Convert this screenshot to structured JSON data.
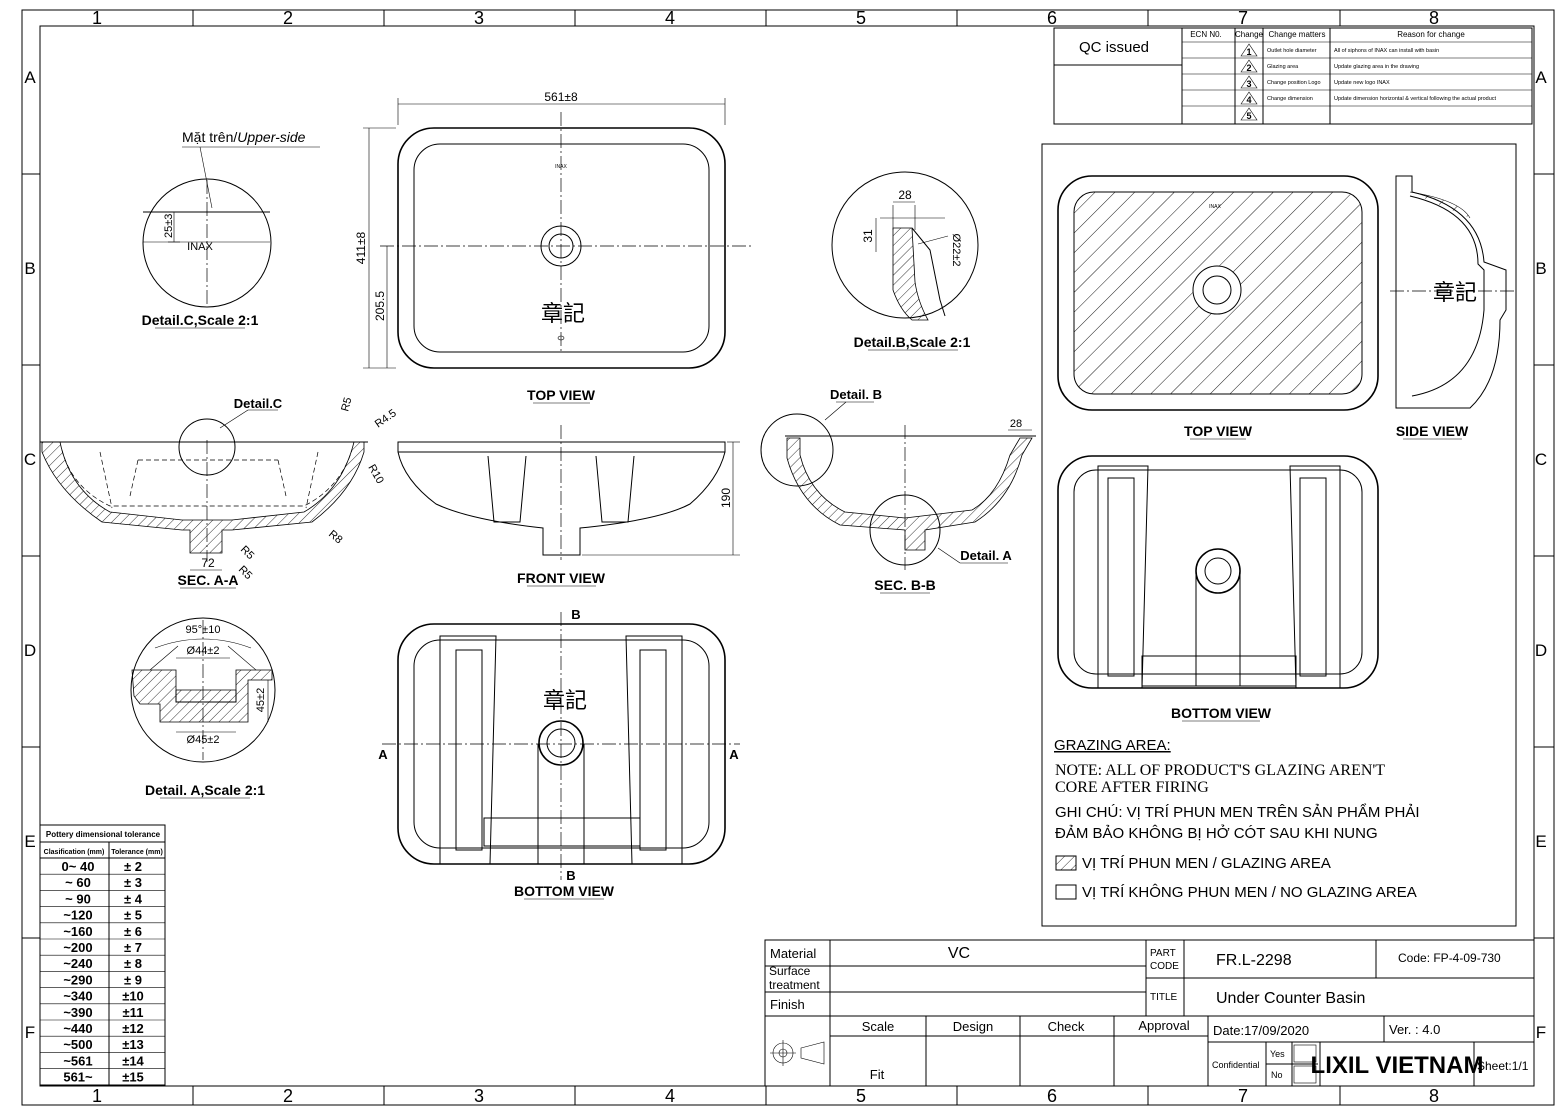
{
  "frame": {
    "col_labels": [
      "1",
      "2",
      "3",
      "4",
      "5",
      "6",
      "7",
      "8"
    ],
    "row_labels": [
      "A",
      "B",
      "C",
      "D",
      "E",
      "F"
    ]
  },
  "revision_table": {
    "qc_label": "QC issued",
    "headers": [
      "ECN N0.",
      "Change",
      "Change matters",
      "Reason for change"
    ],
    "rows": [
      {
        "num": "1",
        "matter": "Outlet hole diameter",
        "reason": "All of siphons of INAX can install with basin"
      },
      {
        "num": "2",
        "matter": "Glazing area",
        "reason": "Update glazing area in the drawing"
      },
      {
        "num": "3",
        "matter": "Change position Logo",
        "reason": "Update new logo INAX"
      },
      {
        "num": "4",
        "matter": "Change dimension",
        "reason": "Update dimension horizontal & vertical following the actual product"
      },
      {
        "num": "5",
        "matter": "",
        "reason": ""
      }
    ]
  },
  "views": {
    "detail_c": {
      "title": "Detail.C,Scale 2:1",
      "label": "Mặt trên/",
      "label_italic": "Upper-side",
      "dim": "25±3",
      "logo": "INAX"
    },
    "top_view": {
      "title": "TOP VIEW",
      "width": "561±8",
      "height": "411±8",
      "half": "205.5",
      "logo": "INAX",
      "stamp": "章記"
    },
    "detail_b": {
      "title": "Detail.B,Scale 2:1",
      "dim_w": "28",
      "dim_h": "31",
      "dim_d": "Ø22±2"
    },
    "sec_aa": {
      "title": "SEC. A-A",
      "callout": "Detail.C",
      "r5a": "R5",
      "r45": "R4.5",
      "r10": "R10",
      "r8": "R8",
      "r5b": "R5",
      "r5c": "R5",
      "w72": "72"
    },
    "front_view": {
      "title": "FRONT VIEW",
      "h190": "190"
    },
    "sec_bb": {
      "title": "SEC. B-B",
      "callout_b": "Detail. B",
      "callout_a": "Detail. A",
      "dim28": "28"
    },
    "detail_a": {
      "title": "Detail. A,Scale 2:1",
      "angle": "95°±10",
      "d44": "Ø44±2",
      "h45": "45±2",
      "d45": "Ø45±2"
    },
    "bottom_view": {
      "title": "BOTTOM VIEW",
      "stamp": "章記",
      "a": "A",
      "b": "B"
    }
  },
  "glazing_panel": {
    "top_view_title": "TOP VIEW",
    "side_view_title": "SIDE VIEW",
    "bottom_view_title": "BOTTOM VIEW",
    "logo": "INAX",
    "stamp": "章記",
    "heading": "GRAZING AREA:",
    "note_line1": "NOTE: ALL OF PRODUCT'S GLAZING AREN'T",
    "note_line2": "CORE AFTER FIRING",
    "ghichu_line1": "GHI CHÚ: VỊ TRÍ PHUN MEN TRÊN SẢN PHẨM PHẢI",
    "ghichu_line2": "ĐẢM BẢO KHÔNG BỊ HỞ  CÓT SAU KHI NUNG",
    "legend_glazing": "VỊ TRÍ PHUN MEN / GLAZING AREA",
    "legend_no_glazing": "VỊ TRÍ KHÔNG PHUN MEN / NO GLAZING AREA"
  },
  "tolerance_table": {
    "title": "Pottery dimensional tolerance",
    "headers": [
      "Clasification (mm)",
      "Tolerance (mm)"
    ],
    "rows": [
      [
        "0~ 40",
        "± 2"
      ],
      [
        "~ 60",
        "± 3"
      ],
      [
        "~ 90",
        "± 4"
      ],
      [
        "~120",
        "± 5"
      ],
      [
        "~160",
        "± 6"
      ],
      [
        "~200",
        "± 7"
      ],
      [
        "~240",
        "± 8"
      ],
      [
        "~290",
        "± 9"
      ],
      [
        "~340",
        "±10"
      ],
      [
        "~390",
        "±11"
      ],
      [
        "~440",
        "±12"
      ],
      [
        "~500",
        "±13"
      ],
      [
        "~561",
        "±14"
      ],
      [
        "561~",
        "±15"
      ]
    ]
  },
  "title_block": {
    "material_label": "Material",
    "material_value": "VC",
    "surface_label_1": "Surface",
    "surface_label_2": "treatment",
    "finish_label": "Finish",
    "part_code_label_1": "PART",
    "part_code_label_2": "CODE",
    "part_code": "FR.L-2298",
    "code": "Code: FP-4-09-730",
    "title_label": "TITLE",
    "title": "Under Counter Basin",
    "scale_label": "Scale",
    "scale_value": "Fit",
    "design_label": "Design",
    "check_label": "Check",
    "approval_label": "Approval",
    "date": "Date:17/09/2020",
    "version": "Ver. : 4.0",
    "confidential": "Confidential",
    "yes": "Yes",
    "no": "No",
    "company": "LIXIL VIETNAM",
    "sheet": "Sheet:1/1"
  }
}
